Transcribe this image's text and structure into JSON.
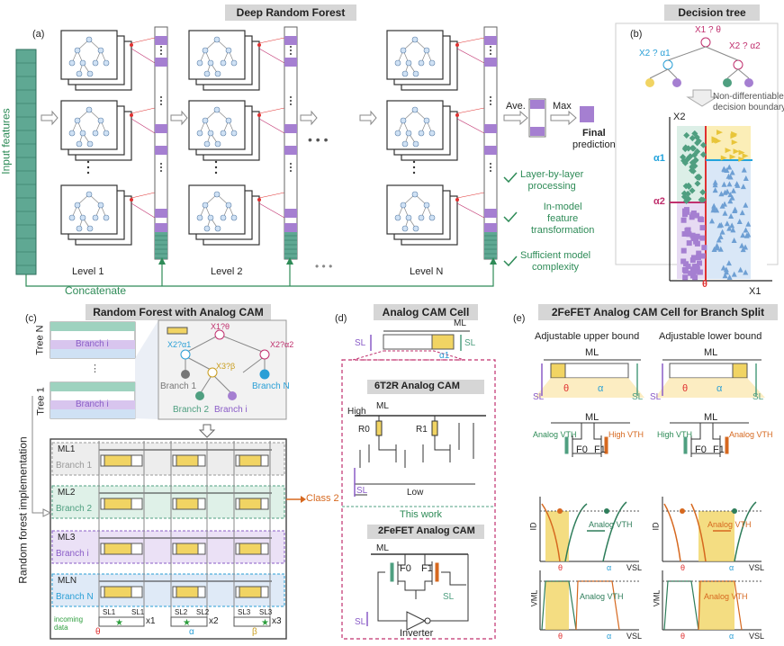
{
  "headers": {
    "drf": "Deep Random Forest",
    "dtree": "Decision tree",
    "rfcam": "Random Forest with Analog CAM",
    "camcell": "Analog CAM Cell",
    "fefet": "2FeFET Analog CAM Cell for Branch Split",
    "t2r": "6T2R Analog CAM",
    "fefetcam": "2FeFET Analog CAM"
  },
  "panels": {
    "a": "(a)",
    "b": "(b)",
    "c": "(c)",
    "d": "(d)",
    "e": "(e)"
  },
  "panel_a": {
    "input_features": "Input features",
    "levels": [
      "Level 1",
      "Level 2",
      "Level N"
    ],
    "concatenate": "Concatenate",
    "ave": "Ave.",
    "max": "Max",
    "final": [
      "Final",
      "prediction"
    ],
    "benefits": [
      [
        "Layer-by-layer",
        "processing"
      ],
      [
        "In-model",
        "feature",
        "transformation"
      ],
      [
        "Sufficient model",
        "complexity"
      ]
    ]
  },
  "panel_b": {
    "root": "X1 ? θ",
    "left": "X2 ? α1",
    "right": "X2 ? α2",
    "nondiff": [
      "Non-differentiable",
      "decision boundary"
    ],
    "axis_y": "X2",
    "axis_x": "X1",
    "alpha1": "α1",
    "alpha2": "α2",
    "theta": "θ"
  },
  "panel_c": {
    "tree_n": "Tree N",
    "tree_1": "Tree 1",
    "branch_i": "Branch i",
    "rf_impl": "Random forest implementation",
    "nodes": [
      "X1?θ",
      "X2?α1",
      "X2?α2",
      "X3?β"
    ],
    "branch_labels": [
      "Branch 1",
      "Branch 2",
      "Branch i",
      "Branch N"
    ],
    "ml_rows": [
      {
        "ml": "ML1",
        "branch": "Branch 1"
      },
      {
        "ml": "ML2",
        "branch": "Branch 2"
      },
      {
        "ml": "ML3",
        "branch": "Branch i"
      },
      {
        "ml": "MLN",
        "branch": "Branch N"
      }
    ],
    "class2": "Class 2",
    "incoming": [
      "incoming",
      "data"
    ],
    "sl": [
      "SL1",
      "SL1",
      "SL2",
      "SL2",
      "SL3",
      "SL3"
    ],
    "xs": [
      "x1",
      "x2",
      "x3"
    ],
    "thresholds": [
      "θ",
      "α",
      "β"
    ]
  },
  "panel_d": {
    "ml": "ML",
    "sl": "SL",
    "alpha1": "α1",
    "high": "High",
    "low": "Low",
    "r0": "R0",
    "r1": "R1",
    "this_work": "This work",
    "f0": "F0",
    "f1": "F1",
    "inverter": "Inverter"
  },
  "panel_e": {
    "upper": "Adjustable upper bound",
    "lower": "Adjustable lower bound",
    "ml": "ML",
    "sl": "SL",
    "theta": "θ",
    "alpha": "α",
    "analog_vth": "Analog VTH",
    "high_vth": "High VTH",
    "f0": "F0",
    "f1": "F1",
    "id": "ID",
    "vsl": "VSL",
    "vml": "VML"
  }
}
